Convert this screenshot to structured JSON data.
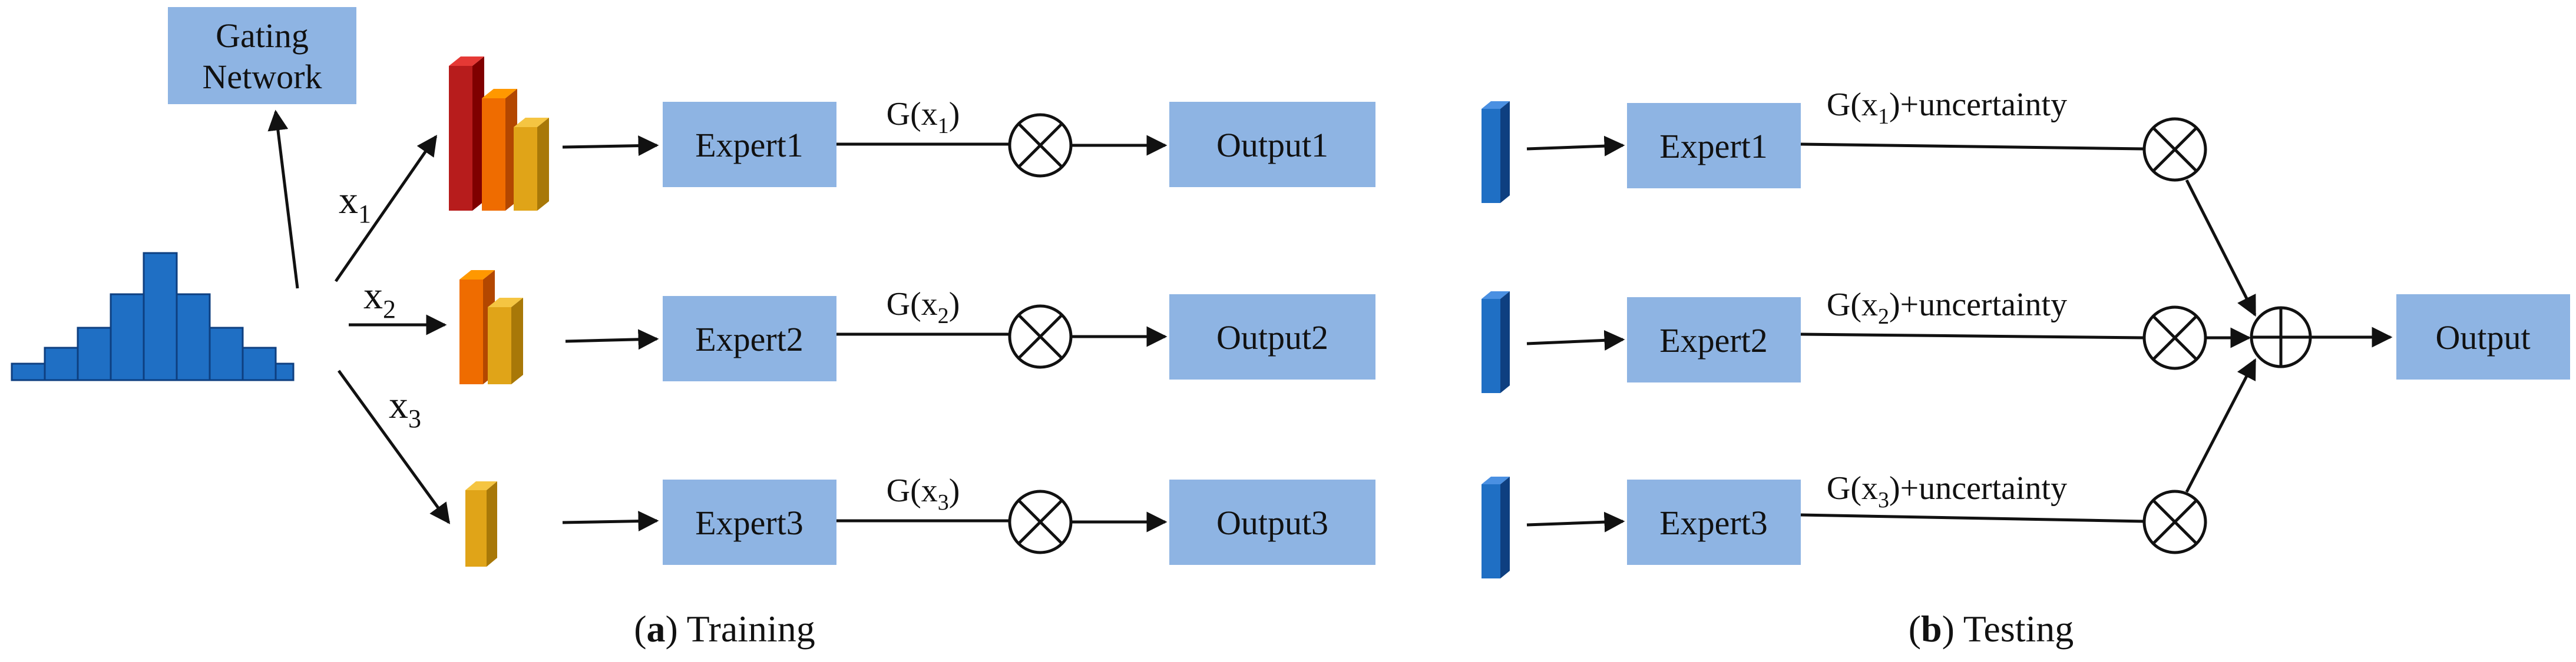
{
  "colors": {
    "box_fill": "#8eb4e3",
    "hist_fill": "#1f6fc4",
    "hist_stroke": "#0e3f80",
    "bar_red": "#b71c1c",
    "bar_orange": "#ef6c00",
    "bar_gold": "#e0a418",
    "bar_blue": "#1f6fc4",
    "ink": "#111111"
  },
  "training": {
    "gating_line1": "Gating",
    "gating_line2": "Network",
    "inputs": [
      {
        "base": "x",
        "sub": "1"
      },
      {
        "base": "x",
        "sub": "2"
      },
      {
        "base": "x",
        "sub": "3"
      }
    ],
    "rows": [
      {
        "expert": "Expert1",
        "gate_pre": "G(x",
        "gate_sub": "1",
        "gate_post": ")",
        "output": "Output1"
      },
      {
        "expert": "Expert2",
        "gate_pre": "G(x",
        "gate_sub": "2",
        "gate_post": ")",
        "output": "Output2"
      },
      {
        "expert": "Expert3",
        "gate_pre": "G(x",
        "gate_sub": "3",
        "gate_post": ")",
        "output": "Output3"
      }
    ],
    "caption_paren_open": "(",
    "caption_letter": "a",
    "caption_rest": ") Training"
  },
  "testing": {
    "rows": [
      {
        "expert": "Expert1",
        "gate_pre": "G(x",
        "gate_sub": "1",
        "gate_post": ")+uncertainty"
      },
      {
        "expert": "Expert2",
        "gate_pre": "G(x",
        "gate_sub": "2",
        "gate_post": ")+uncertainty"
      },
      {
        "expert": "Expert3",
        "gate_pre": "G(x",
        "gate_sub": "3",
        "gate_post": ")+uncertainty"
      }
    ],
    "output": "Output",
    "caption_paren_open": "(",
    "caption_letter": "b",
    "caption_rest": ") Testing"
  },
  "icons": {
    "multiply": "multiply-icon",
    "sum": "sum-icon"
  }
}
